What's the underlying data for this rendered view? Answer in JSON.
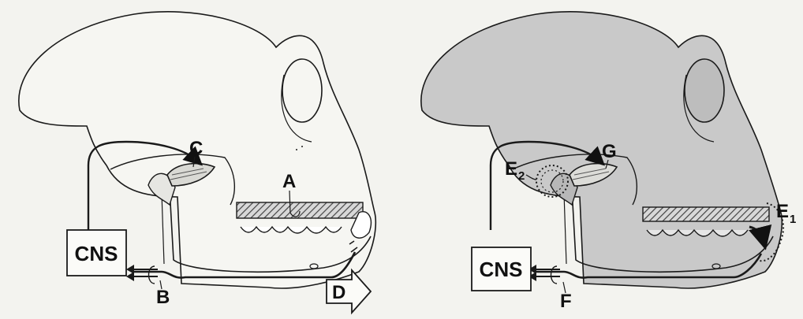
{
  "left_panel": {
    "cns": "CNS",
    "labels": {
      "a": "A",
      "b": "B",
      "c": "C",
      "d": "D"
    }
  },
  "right_panel": {
    "cns": "CNS",
    "labels": {
      "e": "E",
      "e1_sub": "1",
      "e2": "E",
      "e2_sub": "2",
      "f": "F",
      "g": "G"
    }
  },
  "colors": {
    "paper": "#f3f3ef",
    "shaded_skull": "#c9c9c9",
    "line": "#1a1a1a",
    "hatch": "#555555"
  }
}
